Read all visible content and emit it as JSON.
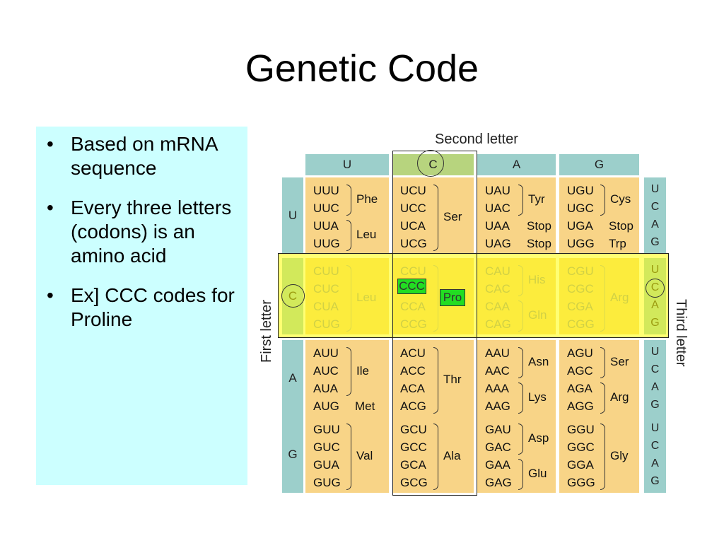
{
  "slide": {
    "title": "Genetic Code",
    "bullets": [
      "Based on mRNA sequence",
      "Every three letters (codons) is an amino acid",
      "Ex] CCC codes for Proline"
    ]
  },
  "figure": {
    "second_letter_label": "Second letter",
    "first_letter_label": "First letter",
    "third_letter_label": "Third letter",
    "bases": [
      "U",
      "C",
      "A",
      "G"
    ],
    "blocks": {
      "UU": {
        "codons": [
          "UUU",
          "UUC",
          "UUA",
          "UUG"
        ],
        "aa": [
          "Phe",
          "Leu"
        ]
      },
      "UC": {
        "codons": [
          "UCU",
          "UCC",
          "UCA",
          "UCG"
        ],
        "aa": [
          "Ser"
        ]
      },
      "UA": {
        "codons": [
          "UAU",
          "UAC",
          "UAA",
          "UAG"
        ],
        "aa": [
          "Tyr",
          "Stop",
          "Stop"
        ]
      },
      "UG": {
        "codons": [
          "UGU",
          "UGC",
          "UGA",
          "UGG"
        ],
        "aa": [
          "Cys",
          "Stop",
          "Trp"
        ]
      },
      "CU": {
        "codons": [
          "CUU",
          "CUC",
          "CUA",
          "CUG"
        ],
        "aa": [
          "Leu"
        ]
      },
      "CC": {
        "codons": [
          "CCU",
          "CCC",
          "CCA",
          "CCG"
        ],
        "aa": [
          "Pro"
        ]
      },
      "CA": {
        "codons": [
          "CAU",
          "CAC",
          "CAA",
          "CAG"
        ],
        "aa": [
          "His",
          "Gln"
        ]
      },
      "CG": {
        "codons": [
          "CGU",
          "CGC",
          "CGA",
          "CGG"
        ],
        "aa": [
          "Arg"
        ]
      },
      "AU": {
        "codons": [
          "AUU",
          "AUC",
          "AUA",
          "AUG"
        ],
        "aa": [
          "Ile",
          "Met"
        ]
      },
      "AC": {
        "codons": [
          "ACU",
          "ACC",
          "ACA",
          "ACG"
        ],
        "aa": [
          "Thr"
        ]
      },
      "AA": {
        "codons": [
          "AAU",
          "AAC",
          "AAA",
          "AAG"
        ],
        "aa": [
          "Asn",
          "Lys"
        ]
      },
      "AG": {
        "codons": [
          "AGU",
          "AGC",
          "AGA",
          "AGG"
        ],
        "aa": [
          "Ser",
          "Arg"
        ]
      },
      "GU": {
        "codons": [
          "GUU",
          "GUC",
          "GUA",
          "GUG"
        ],
        "aa": [
          "Val"
        ]
      },
      "GC": {
        "codons": [
          "GCU",
          "GCC",
          "GCA",
          "GCG"
        ],
        "aa": [
          "Ala"
        ]
      },
      "GA": {
        "codons": [
          "GAU",
          "GAC",
          "GAA",
          "GAG"
        ],
        "aa": [
          "Asp",
          "Glu"
        ]
      },
      "GG": {
        "codons": [
          "GGU",
          "GGC",
          "GGA",
          "GGG"
        ],
        "aa": [
          "Gly"
        ]
      }
    },
    "colors": {
      "header": "#9ccfcb",
      "block": "#f8d487",
      "highlight_row": "#ffff00",
      "proline_box": "#22dd22"
    }
  }
}
